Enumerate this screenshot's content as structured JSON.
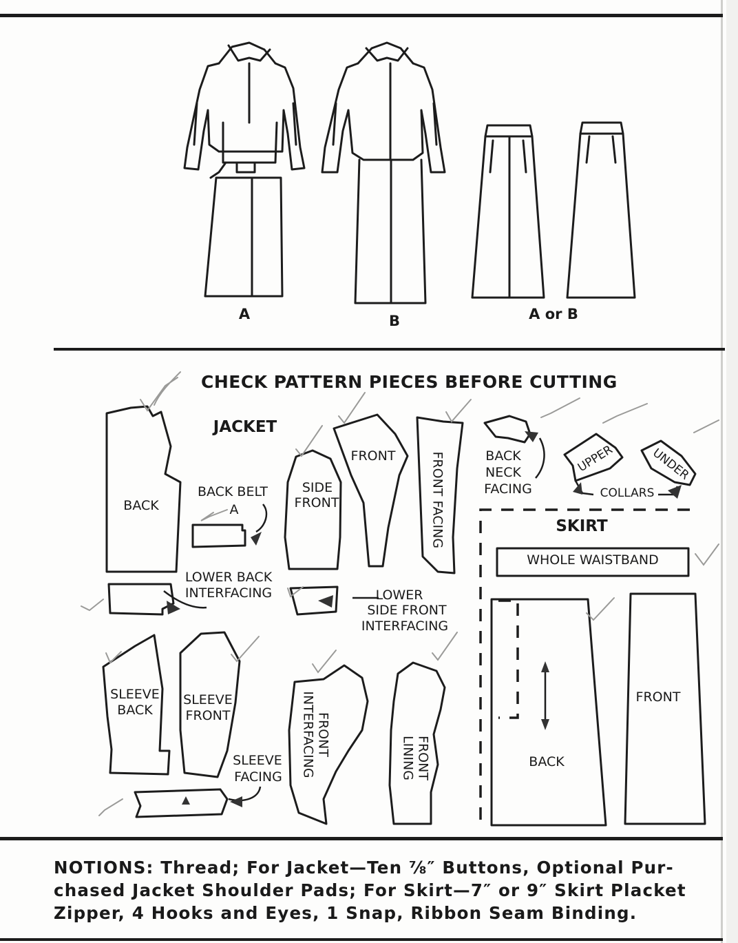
{
  "views": {
    "a": "A",
    "b": "B",
    "a_or_b": "A or B"
  },
  "pattern": {
    "heading": "CHECK PATTERN PIECES BEFORE CUTTING",
    "jacket": {
      "title": "JACKET",
      "back": "BACK",
      "back_belt": "BACK BELT",
      "back_belt_view": "A",
      "side_front": [
        "SIDE",
        "FRONT"
      ],
      "front": "FRONT",
      "front_facing": "FRONT FACING",
      "back_neck_facing": [
        "BACK",
        "NECK",
        "FACING"
      ],
      "upper": "UPPER",
      "under": "UNDER",
      "collars": "COLLARS",
      "lower_back_interfacing": [
        "LOWER BACK",
        "INTERFACING"
      ],
      "lower_side_front_interfacing": [
        "LOWER",
        "SIDE FRONT",
        "INTERFACING"
      ],
      "sleeve_back": [
        "SLEEVE",
        "BACK"
      ],
      "sleeve_front": [
        "SLEEVE",
        "FRONT"
      ],
      "sleeve_facing": [
        "SLEEVE",
        "FACING"
      ],
      "front_interfacing": [
        "FRONT",
        "INTERFACING"
      ],
      "front_lining": [
        "FRONT",
        "LINING"
      ]
    },
    "skirt": {
      "title": "SKIRT",
      "whole_waistband": "WHOLE WAISTBAND",
      "front": "FRONT",
      "back": "BACK"
    }
  },
  "notions": {
    "lines": [
      "NOTIONS: Thread; For Jacket—Ten ⅞″ Buttons, Optional Pur-",
      "chased Jacket Shoulder Pads; For Skirt—7″ or 9″ Skirt Placket",
      "Zipper, 4 Hooks and Eyes, 1 Snap, Ribbon Seam Binding."
    ]
  }
}
